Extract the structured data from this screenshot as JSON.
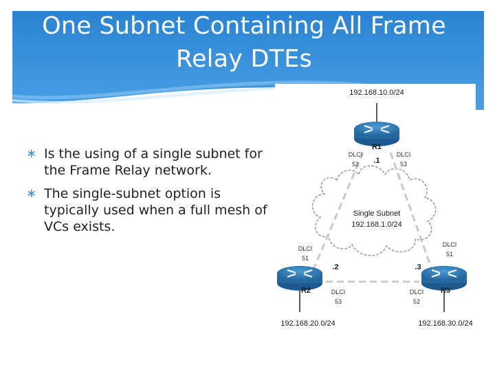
{
  "slide": {
    "title_line1": "One Subnet Containing All Frame",
    "title_line2": "Relay DTEs",
    "bullets": [
      "Is the using of a single subnet for the Frame Relay network.",
      "The single-subnet option is typically used when a full mesh of VCs exists."
    ]
  },
  "diagram": {
    "cloud_label_line1": "Single Subnet",
    "cloud_label_line2": "192.168.1.0/24",
    "routers": [
      {
        "name": "R1",
        "lan": "192.168.10.0/24",
        "ip": ".1",
        "dlci_left": {
          "label": "DLCI",
          "value": "52"
        },
        "dlci_right": {
          "label": "DLCI",
          "value": "53"
        }
      },
      {
        "name": "R2",
        "lan": "192.168.20.0/24",
        "ip": ".2",
        "dlci_top": {
          "label": "DLCI",
          "value": "51"
        },
        "dlci_bottom": {
          "label": "DLCI",
          "value": "53"
        }
      },
      {
        "name": "R3",
        "lan": "192.168.30.0/24",
        "ip": ".3",
        "dlci_top": {
          "label": "DLCI",
          "value": "51"
        },
        "dlci_bottom": {
          "label": "DLCI",
          "value": "52"
        }
      }
    ]
  },
  "colors": {
    "banner_blue": "#2f86d4",
    "router_blue": "#2a78b8",
    "link_gray": "#c8c8c8",
    "bullet_mark": "#3f8fd0"
  }
}
